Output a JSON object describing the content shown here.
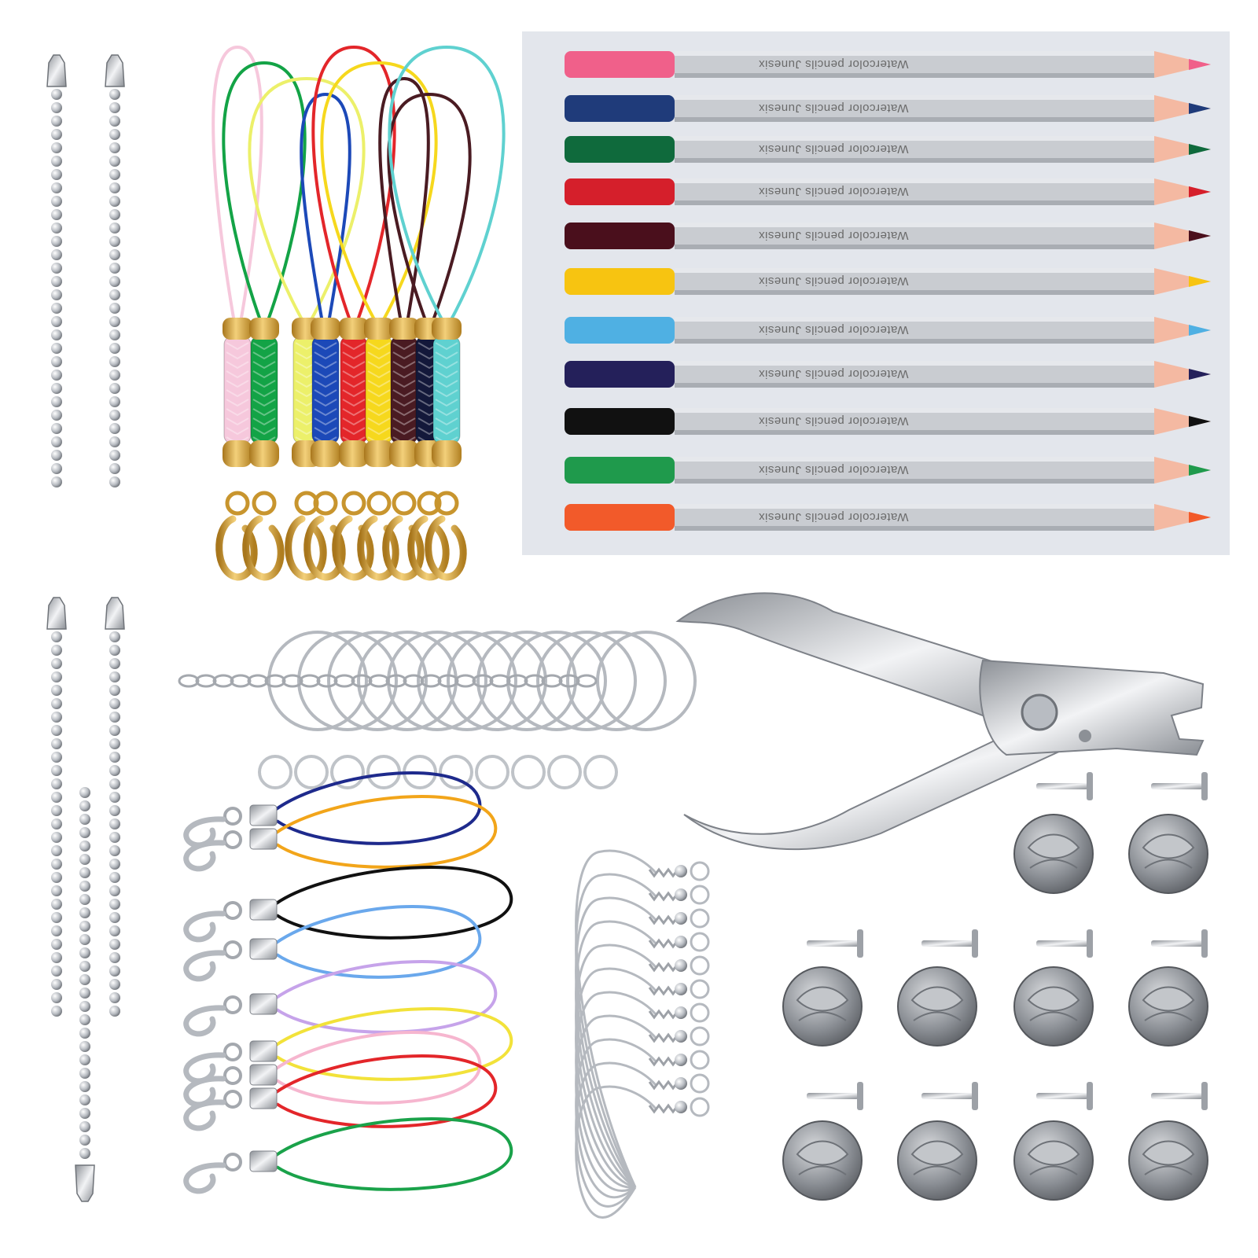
{
  "pencil_box": {
    "pencils": [
      {
        "label": "Watercolor  pencils  Junesix",
        "color": "#f0608a"
      },
      {
        "label": "Watercolor  pencils  Junesix",
        "color": "#1f3b7a"
      },
      {
        "label": "Watercolor  pencils  Junesix",
        "color": "#0f6a3c"
      },
      {
        "label": "Watercolor  pencils  Junesix",
        "color": "#d51f2b"
      },
      {
        "label": "Watercolor  pencils  Junesix",
        "color": "#4a0f1c"
      },
      {
        "label": "Watercolor  pencils  Junesix",
        "color": "#f7c411"
      },
      {
        "label": "Watercolor  pencils  Junesix",
        "color": "#4fb0e3"
      },
      {
        "label": "Watercolor  pencils  Junesix",
        "color": "#24205a"
      },
      {
        "label": "Watercolor  pencils  Junesix",
        "color": "#111111"
      },
      {
        "label": "Watercolor  pencils  Junesix",
        "color": "#1f9a4c"
      },
      {
        "label": "Watercolor  pencils  Junesix",
        "color": "#f25a2a"
      }
    ]
  },
  "braided_straps": {
    "colors": [
      "#f6c8dc",
      "#13a346",
      "#ecf06a",
      "#1c49b8",
      "#e3262a",
      "#f6d81d",
      "#4a1b22",
      "#13183a",
      "#5fd1d0"
    ]
  },
  "cord_straps": {
    "colors": [
      "#1e2a8c",
      "#f2a51a",
      "#111111",
      "#6aa8ec",
      "#c6a3ea",
      "#f2e23a",
      "#f6b6cf",
      "#e3262a",
      "#1aa24a"
    ]
  },
  "palette": {
    "silver": "#c9ccd1",
    "silver_dark": "#7d8188",
    "gold": "#d9a93a",
    "gold_dark": "#a0721a",
    "box_bg": "#e3e6ec"
  }
}
